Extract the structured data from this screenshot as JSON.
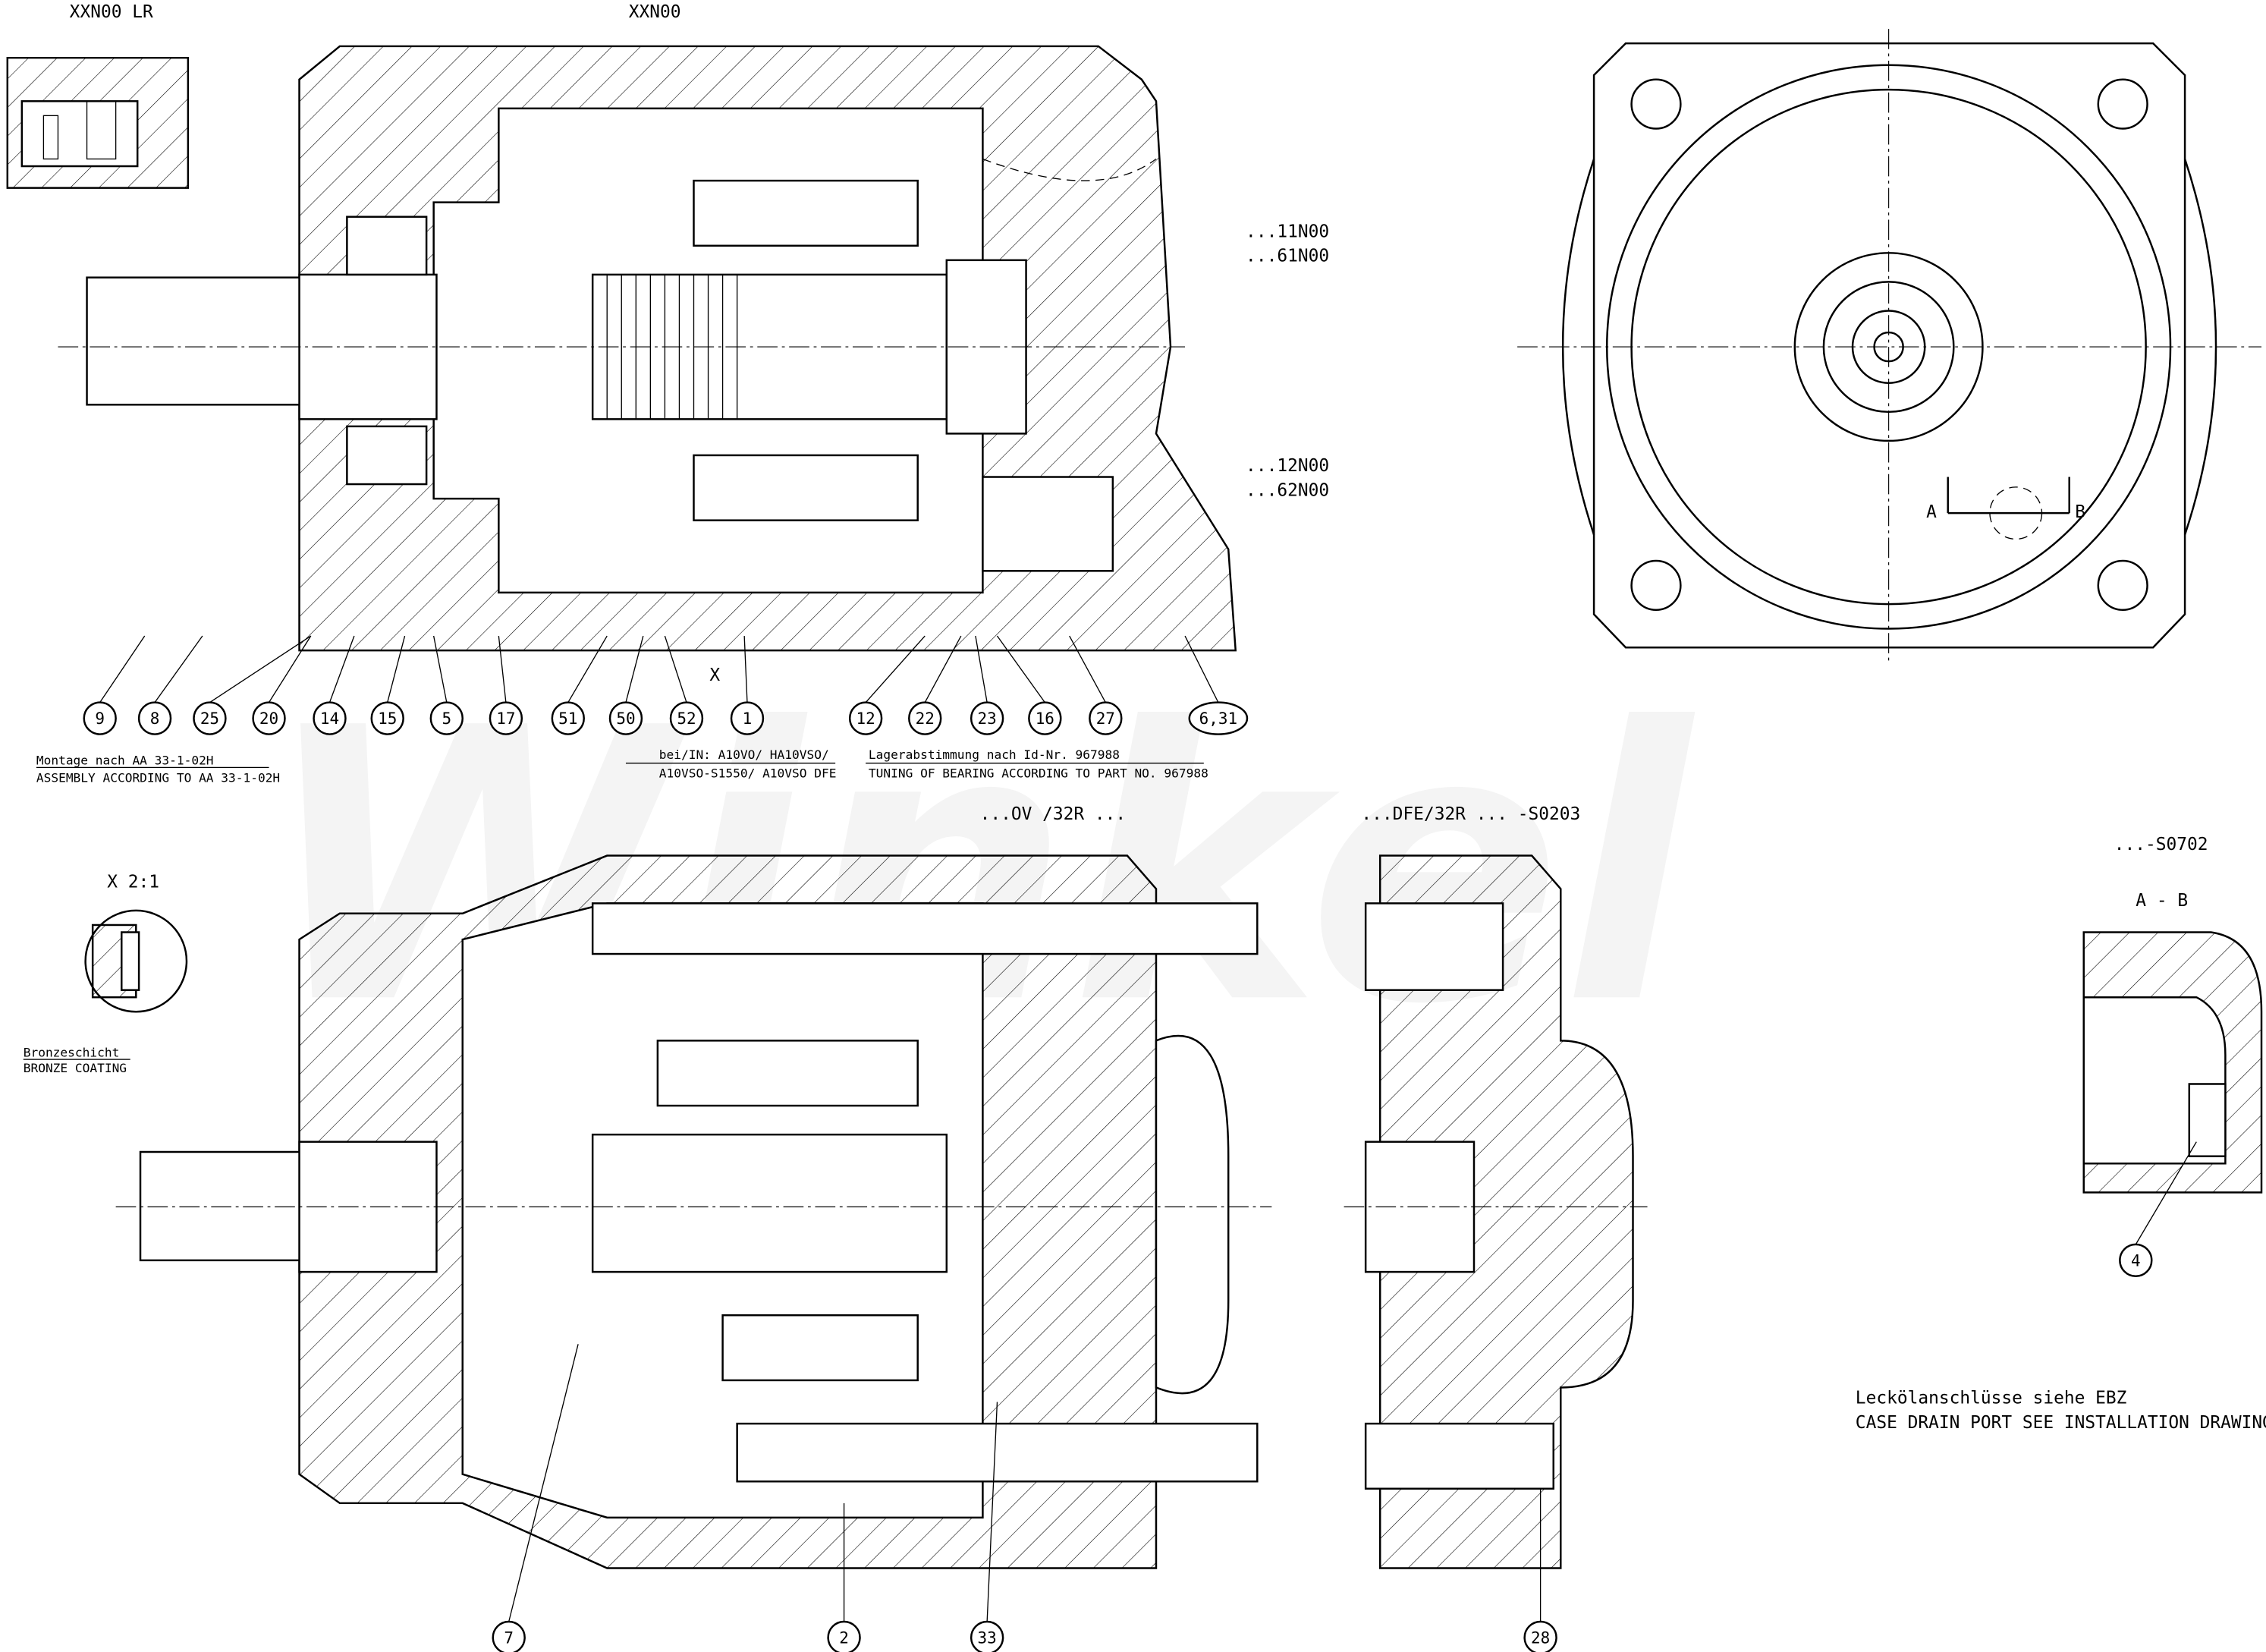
{
  "watermark": "Winkel",
  "views": {
    "top_left_detail": "XXN00 LR",
    "top_main": "XXN00",
    "variant_11": "...11N00",
    "variant_61": "...61N00",
    "variant_12": "...12N00",
    "variant_62": "...62N00",
    "detail_x_marker": "X",
    "bottom_main": "...OV /32R ...",
    "bottom_dfe": "...DFE/32R ... -S0203",
    "right_variant": "...-S0702",
    "section_ab": "A - B",
    "detail_x_scale": "X 2:1",
    "section_a": "A",
    "section_b": "B"
  },
  "notes": {
    "assembly_de": "Montage nach AA 33-1-02H",
    "assembly_en": "ASSEMBLY ACCORDING TO AA 33-1-02H",
    "applies_de": "bei/IN: A10VO/ HA10VSO/",
    "applies_en": "A10VSO-S1550/ A10VSO DFE",
    "bearing_de": "Lagerabstimmung nach Id-Nr. 967988",
    "bearing_en": "TUNING OF BEARING ACCORDING TO PART NO. 967988",
    "bronze_de": "Bronzeschicht",
    "bronze_en": "BRONZE COATING",
    "drain_de": "Leckölanschlüsse siehe EBZ",
    "drain_en": "CASE DRAIN PORT SEE INSTALLATION DRAWING"
  },
  "balloons_top": [
    "9",
    "8",
    "25",
    "20",
    "14",
    "15",
    "5",
    "17",
    "51",
    "50",
    "52",
    "1",
    "12",
    "22",
    "23",
    "16",
    "27",
    "6,31"
  ],
  "balloons_bottom": [
    "7",
    "2",
    "33",
    "28",
    "4"
  ]
}
